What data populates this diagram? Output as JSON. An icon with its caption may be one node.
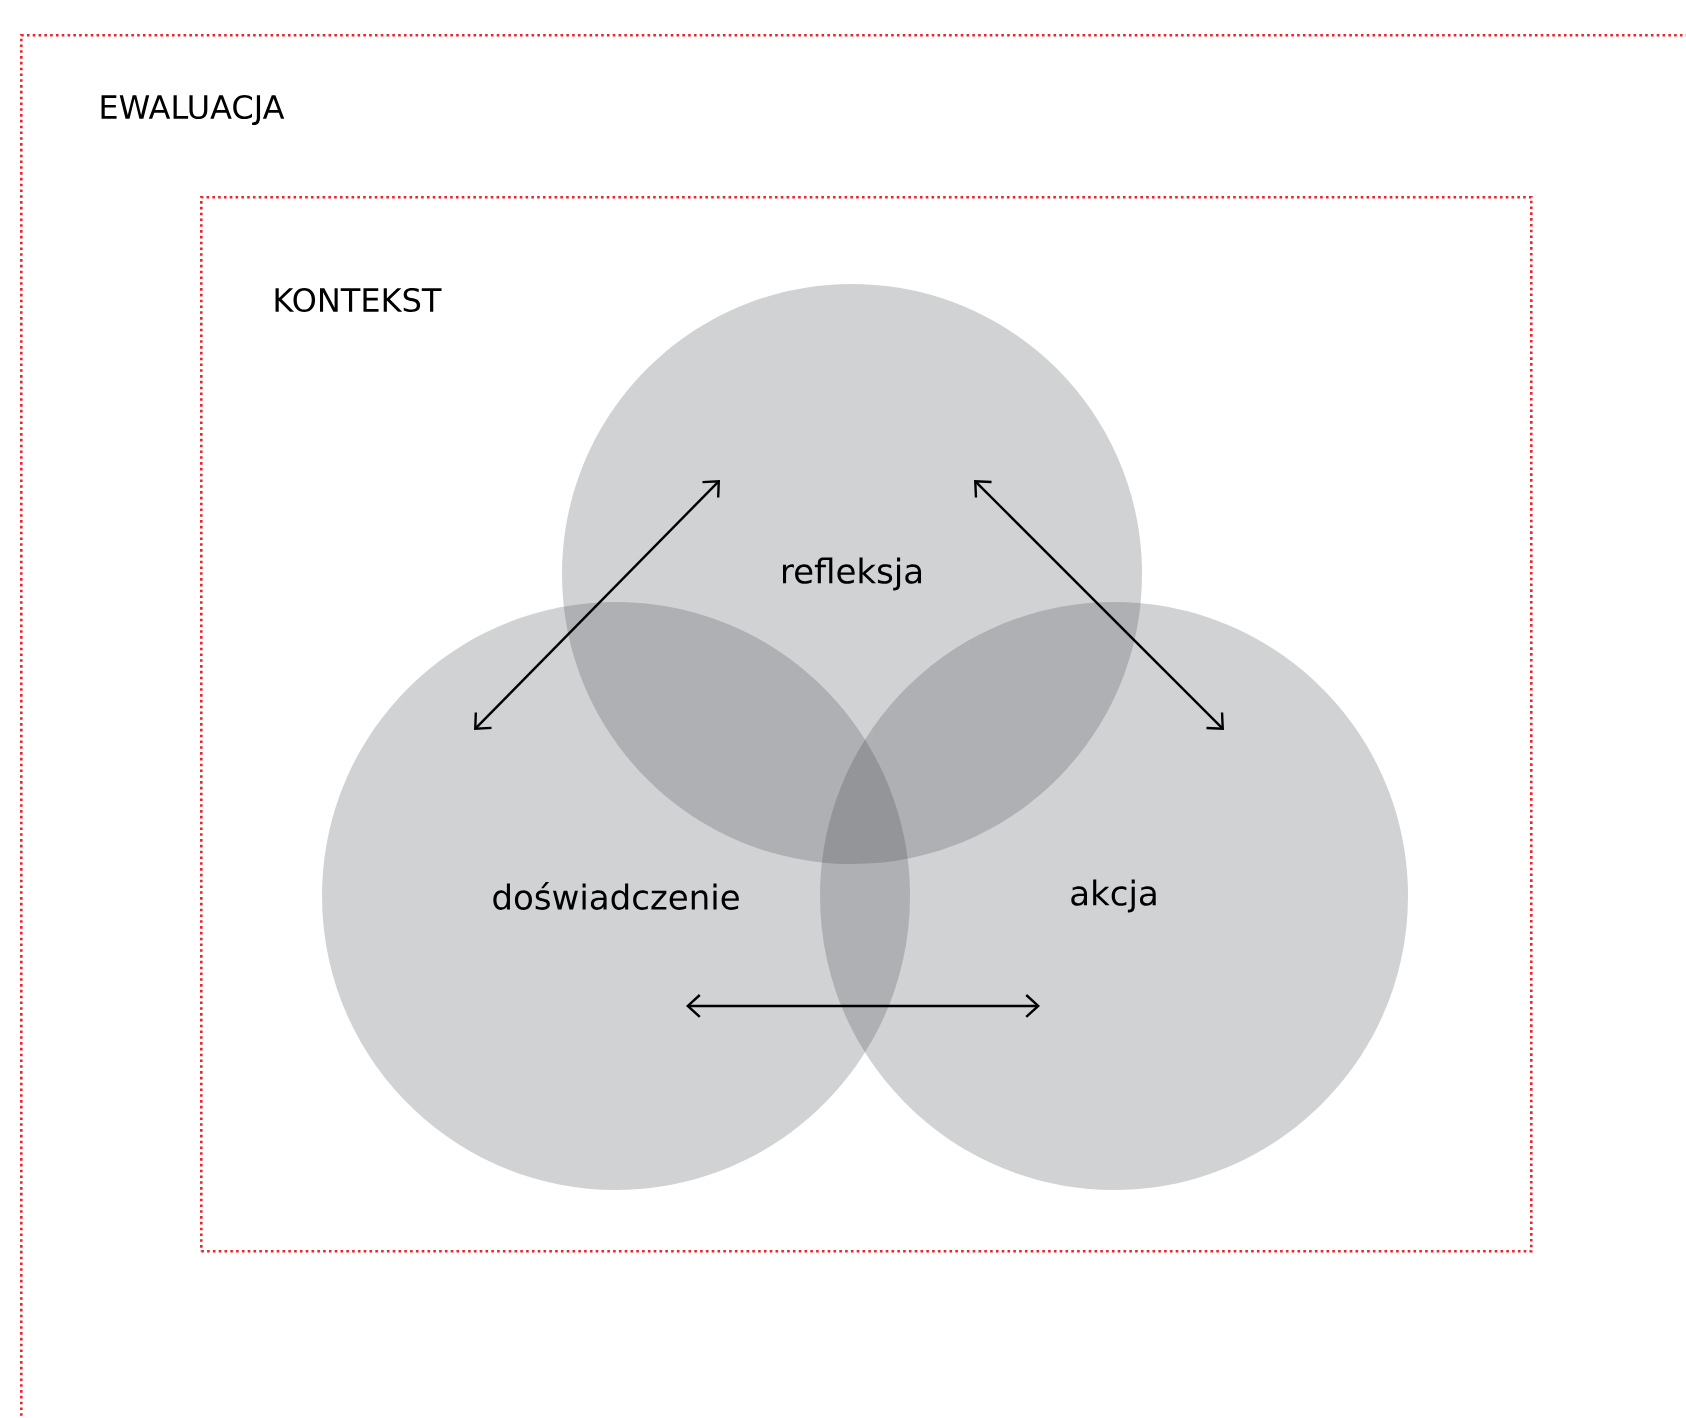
{
  "diagram": {
    "nodes": [
      {
        "text": [
          "EWALUACJA"
        ]
      },
      {
        "text": [
          "KONTEKST"
        ],
        "in": 0
      },
      {
        "text": [
          "refleksja"
        ],
        "in": 1
      },
      {
        "text": [
          "doświadczenie"
        ],
        "in": 1
      },
      {
        "text": [
          "akcja"
        ],
        "in": 1
      }
    ],
    "edges": [
      {
        "from": 3,
        "to": 2,
        "arrow": "both"
      },
      {
        "from": 2,
        "to": 4,
        "arrow": "both"
      },
      {
        "from": 3,
        "to": 4,
        "arrow": "both"
      }
    ]
  }
}
